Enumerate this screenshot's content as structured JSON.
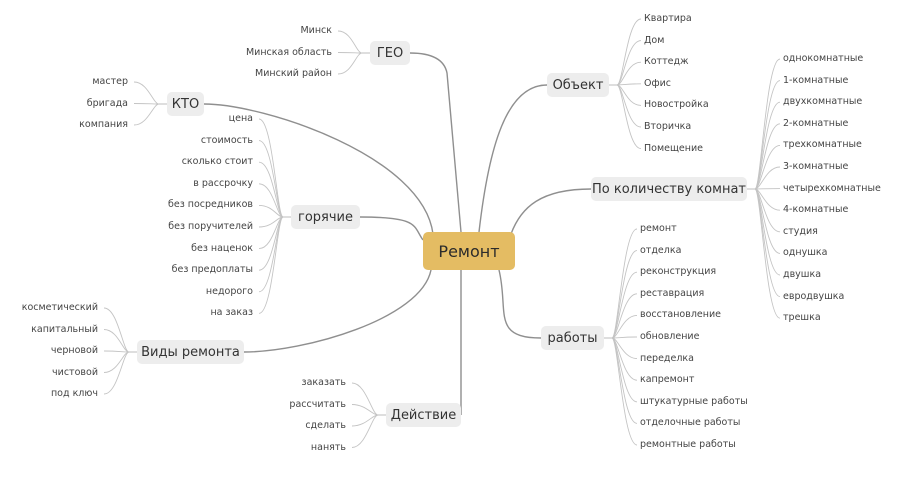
{
  "mindmap": {
    "central": {
      "label": "Ремонт",
      "color": "#e4bc63"
    },
    "branches": [
      {
        "id": "geo",
        "label": "ГЕО",
        "side": "left",
        "children": [
          "Минск",
          "Минская область",
          "Минский район"
        ]
      },
      {
        "id": "kto",
        "label": "КТО",
        "side": "left",
        "children": [
          "мастер",
          "бригада",
          "компания"
        ]
      },
      {
        "id": "goryachie",
        "label": "горячие",
        "side": "left",
        "children": [
          "цена",
          "стоимость",
          "сколько стоит",
          "в рассрочку",
          "без посредников",
          "без поручителей",
          "без наценок",
          "без предоплаты",
          "недорого",
          "на заказ"
        ]
      },
      {
        "id": "vidy",
        "label": "Виды ремонта",
        "side": "left",
        "children": [
          "косметический",
          "капитальный",
          "черновой",
          "чистовой",
          "под ключ"
        ]
      },
      {
        "id": "deystvie",
        "label": "Действие",
        "side": "left",
        "children": [
          "заказать",
          "рассчитать",
          "сделать",
          "нанять"
        ]
      },
      {
        "id": "obekt",
        "label": "Объект",
        "side": "right",
        "children": [
          "Квартира",
          "Дом",
          "Коттедж",
          "Офис",
          "Новостройка",
          "Вторичка",
          "Помещение"
        ]
      },
      {
        "id": "komnaty",
        "label": "По количеству комнат",
        "side": "right",
        "children": [
          "однокомнатные",
          "1-комнатные",
          "двухкомнатные",
          "2-комнатные",
          "трехкомнатные",
          "3-комнатные",
          "четырехкомнатные",
          "4-комнатные",
          "студия",
          "однушка",
          "двушка",
          "евродвушка",
          "трешка"
        ]
      },
      {
        "id": "raboty",
        "label": "работы",
        "side": "right",
        "children": [
          "ремонт",
          "отделка",
          "реконструкция",
          "реставрация",
          "восстановление",
          "обновление",
          "переделка",
          "капремонт",
          "штукатурные работы",
          "отделочные работы",
          "ремонтные работы"
        ]
      }
    ]
  }
}
